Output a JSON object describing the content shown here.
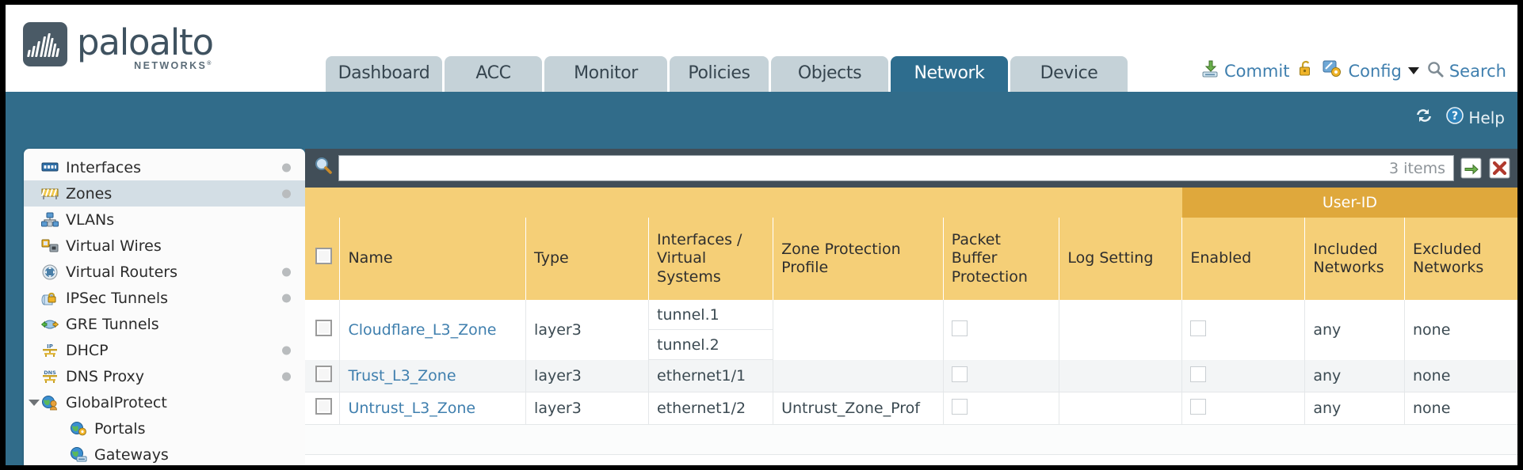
{
  "brand": {
    "name": "paloalto",
    "tagline": "NETWORKS",
    "registered": "®"
  },
  "nav": {
    "tabs": [
      {
        "label": "Dashboard",
        "active": false
      },
      {
        "label": "ACC",
        "active": false
      },
      {
        "label": "Monitor",
        "active": false
      },
      {
        "label": "Policies",
        "active": false
      },
      {
        "label": "Objects",
        "active": false
      },
      {
        "label": "Network",
        "active": true
      },
      {
        "label": "Device",
        "active": false
      }
    ]
  },
  "header_tools": {
    "commit": "Commit",
    "config": "Config",
    "search": "Search",
    "lock_icon": "unlock-icon",
    "commit_icon": "commit-icon",
    "config_icon": "config-wrench-icon",
    "search_icon": "magnifier-icon"
  },
  "band_tools": {
    "refresh_icon": "refresh-icon",
    "help_label": "Help",
    "help_icon": "help-question-icon"
  },
  "sidebar": {
    "items": [
      {
        "label": "Interfaces",
        "icon": "interfaces-icon",
        "dot": true,
        "selected": false,
        "child": false,
        "expander": false
      },
      {
        "label": "Zones",
        "icon": "zones-icon",
        "dot": true,
        "selected": true,
        "child": false,
        "expander": false
      },
      {
        "label": "VLANs",
        "icon": "vlans-icon",
        "dot": false,
        "selected": false,
        "child": false,
        "expander": false
      },
      {
        "label": "Virtual Wires",
        "icon": "virtual-wires-icon",
        "dot": false,
        "selected": false,
        "child": false,
        "expander": false
      },
      {
        "label": "Virtual Routers",
        "icon": "virtual-routers-icon",
        "dot": true,
        "selected": false,
        "child": false,
        "expander": false
      },
      {
        "label": "IPSec Tunnels",
        "icon": "ipsec-tunnels-icon",
        "dot": true,
        "selected": false,
        "child": false,
        "expander": false
      },
      {
        "label": "GRE Tunnels",
        "icon": "gre-tunnels-icon",
        "dot": false,
        "selected": false,
        "child": false,
        "expander": false
      },
      {
        "label": "DHCP",
        "icon": "dhcp-icon",
        "dot": true,
        "selected": false,
        "child": false,
        "expander": false
      },
      {
        "label": "DNS Proxy",
        "icon": "dns-proxy-icon",
        "dot": true,
        "selected": false,
        "child": false,
        "expander": false
      },
      {
        "label": "GlobalProtect",
        "icon": "globalprotect-icon",
        "dot": false,
        "selected": false,
        "child": false,
        "expander": true
      },
      {
        "label": "Portals",
        "icon": "portals-icon",
        "dot": false,
        "selected": false,
        "child": true,
        "expander": false
      },
      {
        "label": "Gateways",
        "icon": "gateways-icon",
        "dot": false,
        "selected": false,
        "child": true,
        "expander": false
      }
    ]
  },
  "search": {
    "value": "",
    "placeholder": "",
    "items_count": "3 items",
    "apply_icon": "apply-arrow-icon",
    "clear_icon": "clear-x-icon",
    "magnifier_icon": "magnifier-icon"
  },
  "table": {
    "group_header": {
      "user_id": "User-ID"
    },
    "columns": [
      "Name",
      "Type",
      "Interfaces / Virtual Systems",
      "Zone Protection Profile",
      "Packet Buffer Protection",
      "Log Setting",
      "Enabled",
      "Included Networks",
      "Excluded Networks"
    ],
    "columns_multiline": {
      "interfaces_l1": "Interfaces /",
      "interfaces_l2": "Virtual",
      "interfaces_l3": "Systems",
      "zone_prot_l1": "Zone Protection",
      "zone_prot_l2": "Profile",
      "pkt_buf_l1": "Packet Buffer",
      "pkt_buf_l2": "Protection",
      "incl_l1": "Included",
      "incl_l2": "Networks",
      "excl_l1": "Excluded",
      "excl_l2": "Networks"
    },
    "rows": [
      {
        "name": "Cloudflare_L3_Zone",
        "type": "layer3",
        "interfaces": [
          "tunnel.1",
          "tunnel.2"
        ],
        "zone_protection_profile": "",
        "packet_buffer_protection": false,
        "log_setting": "",
        "userid_enabled": false,
        "included_networks": "any",
        "excluded_networks": "none",
        "selected": false
      },
      {
        "name": "Trust_L3_Zone",
        "type": "layer3",
        "interfaces": [
          "ethernet1/1"
        ],
        "zone_protection_profile": "",
        "packet_buffer_protection": false,
        "log_setting": "",
        "userid_enabled": false,
        "included_networks": "any",
        "excluded_networks": "none",
        "selected": false
      },
      {
        "name": "Untrust_L3_Zone",
        "type": "layer3",
        "interfaces": [
          "ethernet1/2"
        ],
        "zone_protection_profile": "Untrust_Zone_Prof",
        "packet_buffer_protection": false,
        "log_setting": "",
        "userid_enabled": false,
        "included_networks": "any",
        "excluded_networks": "none",
        "selected": false
      }
    ]
  },
  "colors": {
    "brand_blue": "#316c8a",
    "tab_inactive": "#c5d2d8",
    "tab_active": "#2e6d8e",
    "header_yellow": "#f5cf77",
    "group_yellow": "#dfa83c",
    "link_blue": "#3f7fae",
    "search_bar": "#414e58"
  }
}
